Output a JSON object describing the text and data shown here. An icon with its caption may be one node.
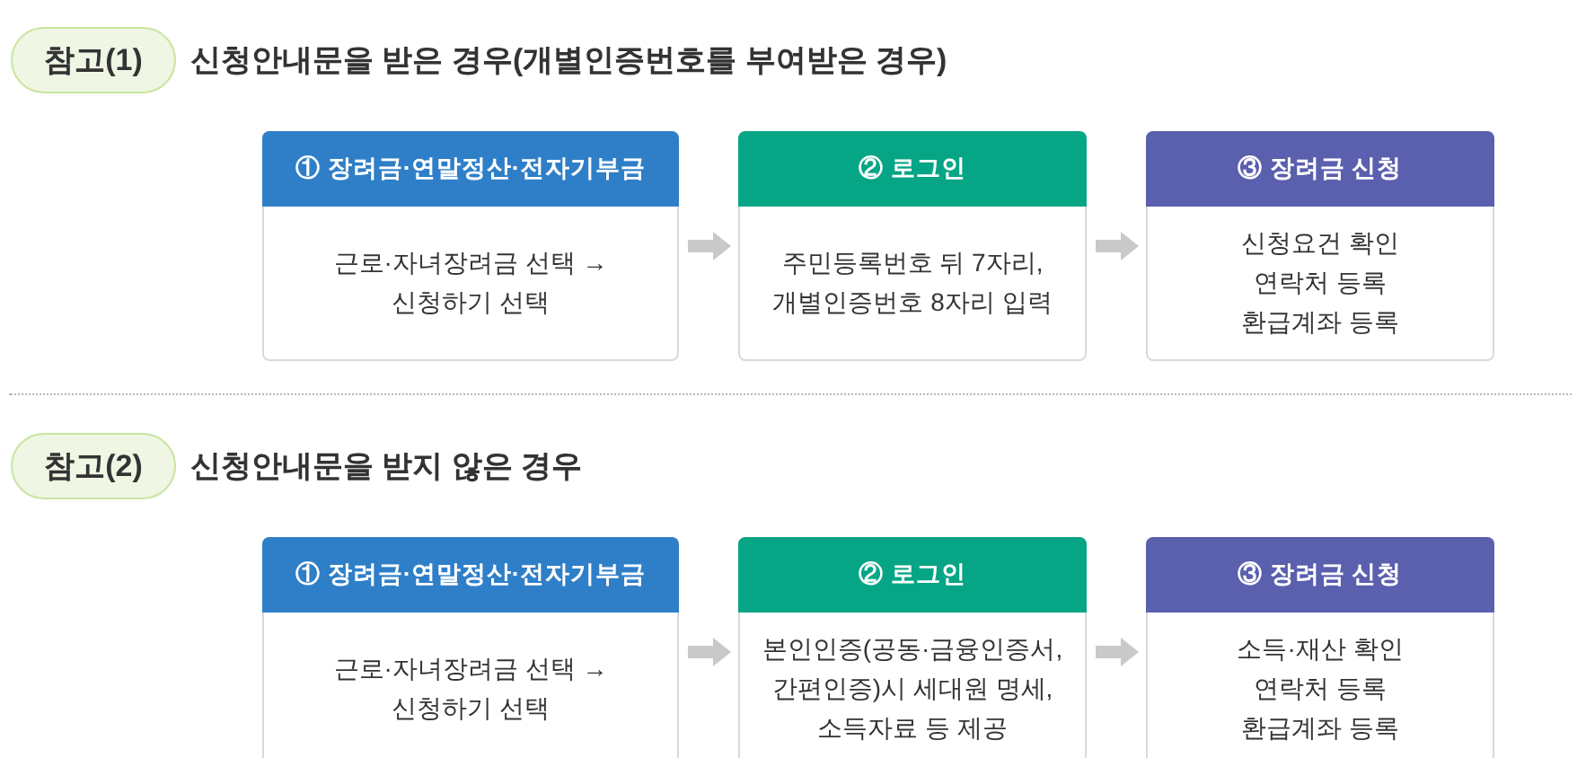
{
  "diagram": {
    "nodes": [
      {
        "text": [
          "참고(1)"
        ],
        "beside": [
          "신청안내문을 받은 경우(개별인증번호를 부여받은 경우)"
        ]
      },
      {
        "text": [
          "① 장려금·연말정산·전자기부금",
          "근로·자녀장려금 선택 → 신청하기 선택"
        ]
      },
      {
        "text": [
          "② 로그인",
          "주민등록번호 뒤 7자리, 개별인증번호 8자리 입력"
        ]
      },
      {
        "text": [
          "③ 장려금 신청",
          "신청요건 확인",
          "연락처 등록",
          "환급계좌 등록"
        ]
      },
      {
        "text": [
          "참고(2)"
        ],
        "beside": [
          "신청안내문을 받지 않은 경우"
        ]
      },
      {
        "text": [
          "① 장려금·연말정산·전자기부금",
          "근로·자녀장려금 선택 → 신청하기 선택"
        ]
      },
      {
        "text": [
          "② 로그인",
          "본인인증(공동·금융인증서, 간편인증)시 세대원 명세, 소득자료 등 제공"
        ]
      },
      {
        "text": [
          "③ 장려금 신청",
          "소득·재산 확인",
          "연락처 등록",
          "환급계좌 등록"
        ]
      }
    ],
    "edges": [
      {
        "from": 1,
        "to": 2,
        "arrow": "to"
      },
      {
        "from": 2,
        "to": 3,
        "arrow": "to"
      },
      {
        "from": 5,
        "to": 6,
        "arrow": "to"
      },
      {
        "from": 6,
        "to": 7,
        "arrow": "to"
      }
    ]
  }
}
